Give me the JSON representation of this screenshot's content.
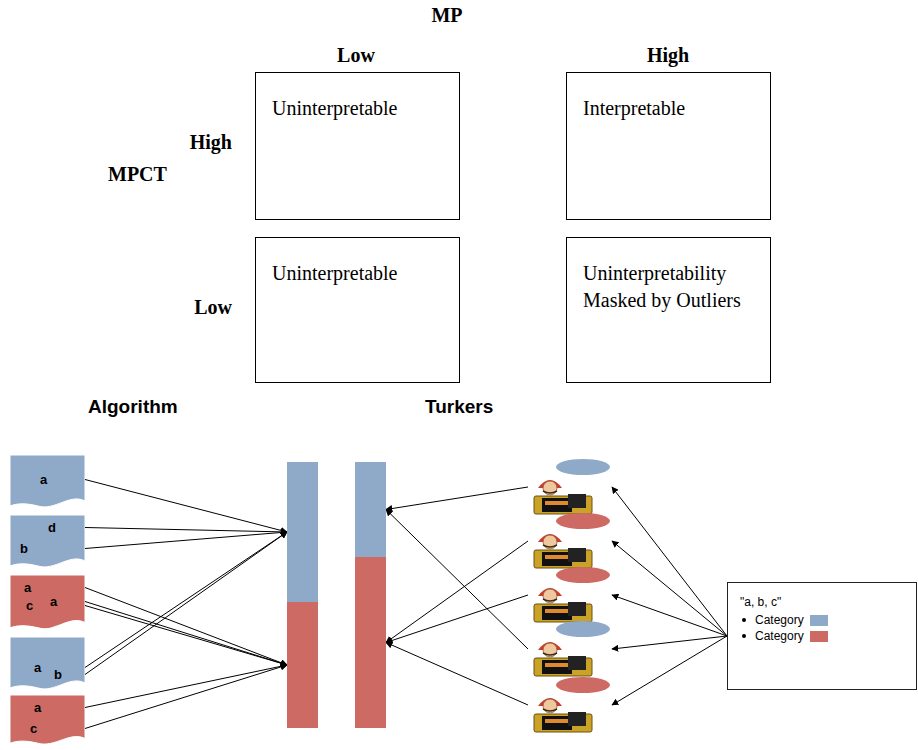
{
  "diagram": {
    "nodes": [
      {
        "text": [
          "Uninterpretable"
        ]
      },
      {
        "text": [
          "Interpretable"
        ]
      },
      {
        "text": [
          "Uninterpretable"
        ]
      },
      {
        "text": [
          "Uninterpretability Masked by Outliers"
        ]
      },
      {
        "text": [
          "a"
        ]
      },
      {
        "text": [
          "d",
          "b"
        ]
      },
      {
        "text": [
          "a",
          "c",
          "a"
        ]
      },
      {
        "text": [
          "a",
          "b"
        ]
      },
      {
        "text": [
          "a",
          "c"
        ]
      },
      {
        "text": []
      },
      {
        "text": []
      },
      {
        "text": []
      },
      {
        "text": []
      },
      {
        "text": []
      },
      {
        "text": []
      },
      {
        "text": []
      },
      {
        "text": []
      },
      {
        "text": []
      },
      {
        "text": [
          "\"a, b, c\""
        ]
      }
    ],
    "edges": [
      {
        "from": 4,
        "to": 9,
        "arrow": "to"
      },
      {
        "from": 5,
        "to": 9,
        "arrow": "to"
      },
      {
        "from": 5,
        "to": 9,
        "arrow": "to"
      },
      {
        "from": 6,
        "to": 10,
        "arrow": "to"
      },
      {
        "from": 6,
        "to": 10,
        "arrow": "to"
      },
      {
        "from": 6,
        "to": 10,
        "arrow": "to"
      },
      {
        "from": 7,
        "to": 9,
        "arrow": "to"
      },
      {
        "from": 7,
        "to": 9,
        "arrow": "to"
      },
      {
        "from": 8,
        "to": 10,
        "arrow": "to"
      },
      {
        "from": 8,
        "to": 10,
        "arrow": "to"
      },
      {
        "from": 13,
        "to": 11,
        "arrow": "to"
      },
      {
        "from": 14,
        "to": 12,
        "arrow": "to"
      },
      {
        "from": 15,
        "to": 12,
        "arrow": "to"
      },
      {
        "from": 16,
        "to": 11,
        "arrow": "to"
      },
      {
        "from": 17,
        "to": 12,
        "arrow": "to"
      },
      {
        "from": 18,
        "to": 13,
        "arrow": "to"
      },
      {
        "from": 18,
        "to": 14,
        "arrow": "to"
      },
      {
        "from": 18,
        "to": 15,
        "arrow": "to"
      },
      {
        "from": 18,
        "to": 16,
        "arrow": "to"
      },
      {
        "from": 18,
        "to": 17,
        "arrow": "to"
      }
    ],
    "labels": [
      "MP",
      "Low",
      "High",
      "High",
      "MPCT",
      "Low",
      "Algorithm",
      "Turkers"
    ],
    "legend": [
      {
        "text": "Category",
        "color": "#8fa9c8"
      },
      {
        "text": "Category",
        "color": "#cc6a63"
      }
    ]
  }
}
